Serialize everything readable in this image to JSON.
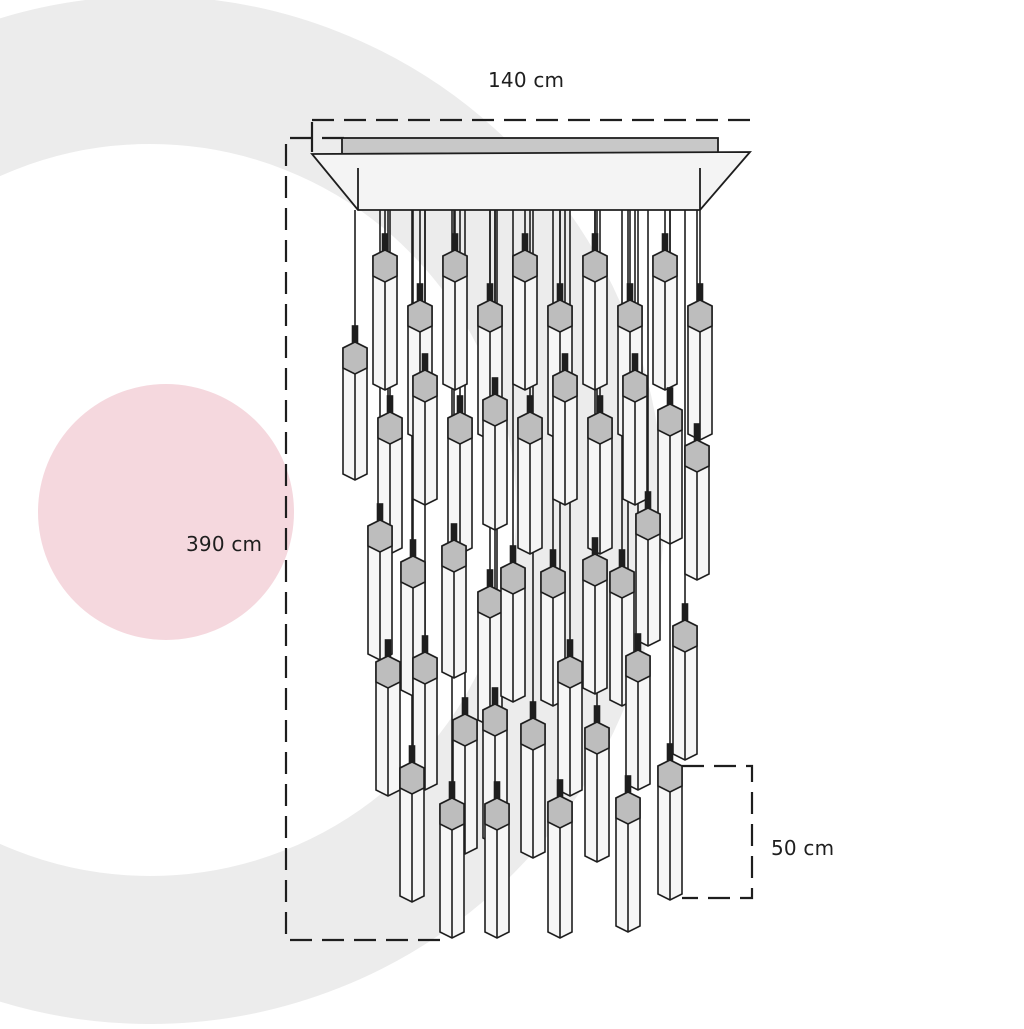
{
  "dimensions": {
    "width": "140 cm",
    "height": "390 cm",
    "pendant_length": "50 cm"
  },
  "colors": {
    "background": "#ffffff",
    "ring": "#ececec",
    "accent_circle": "#f5d8de",
    "line": "#1e1e1e",
    "canopy_fill": "#f4f4f4",
    "tube_fill": "#f6f6f6",
    "tube_cap": "#bdbdbd"
  }
}
